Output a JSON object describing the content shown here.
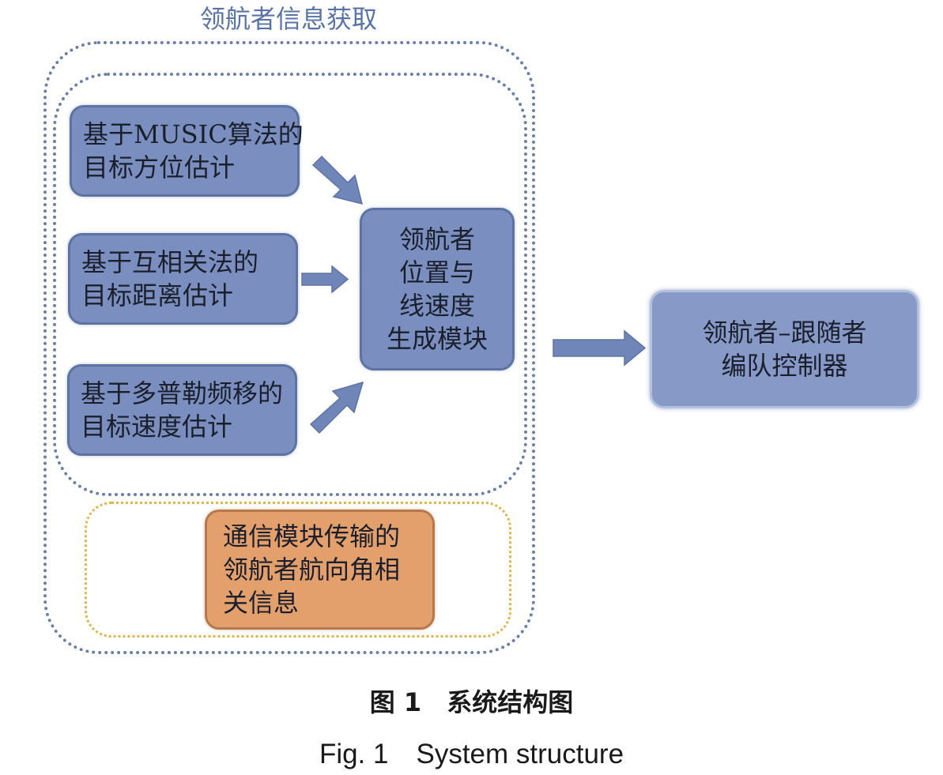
{
  "diagram": {
    "group_title": "领航者信息获取",
    "nodes": {
      "music_bearing": {
        "lines": [
          "基于MUSIC算法的",
          "目标方位估计"
        ]
      },
      "cross_corr_distance": {
        "lines": [
          "基于互相关法的",
          "目标距离估计"
        ]
      },
      "doppler_speed": {
        "lines": [
          "基于多普勒频移的",
          "目标速度估计"
        ]
      },
      "position_velocity": {
        "lines": [
          "领航者",
          "位置与",
          "线速度",
          "生成模块"
        ]
      },
      "comm_heading": {
        "lines": [
          "通信模块传输的",
          "领航者航向角相",
          "关信息"
        ]
      },
      "controller": {
        "lines": [
          "领航者–跟随者",
          "编队控制器"
        ]
      }
    },
    "edges": [
      {
        "from": "music_bearing",
        "to": "position_velocity"
      },
      {
        "from": "cross_corr_distance",
        "to": "position_velocity"
      },
      {
        "from": "doppler_speed",
        "to": "position_velocity"
      },
      {
        "from": "position_velocity",
        "to": "controller"
      }
    ],
    "colors": {
      "node_blue": "#7a8fbf",
      "node_orange": "#e3a06d",
      "group_border": "#6a7fa8",
      "comm_border": "#e0b64a",
      "arrow": "#7186b8"
    }
  },
  "caption": {
    "cn": "图 1　系统结构图",
    "en": "Fig. 1　System structure"
  }
}
